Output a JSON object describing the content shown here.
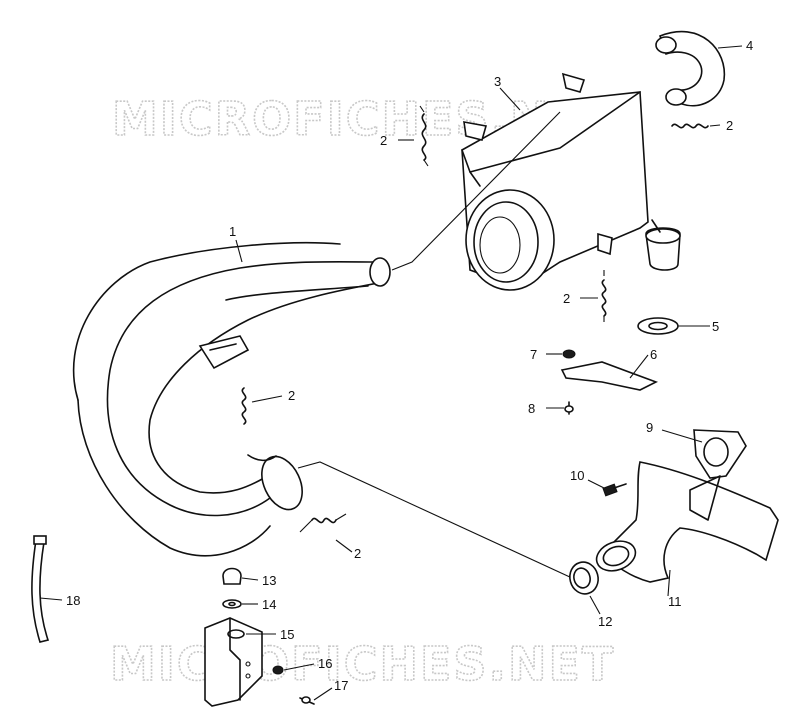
{
  "watermark": "MICROFICHES.NET",
  "labels": {
    "p1": "1",
    "p2a": "2",
    "p2b": "2",
    "p2c": "2",
    "p2d": "2",
    "p2e": "2",
    "p3": "3",
    "p4": "4",
    "p5": "5",
    "p6": "6",
    "p7": "7",
    "p8": "8",
    "p9": "9",
    "p10": "10",
    "p11": "11",
    "p12": "12",
    "p13": "13",
    "p14": "14",
    "p15": "15",
    "p16": "16",
    "p17": "17",
    "p18": "18"
  }
}
